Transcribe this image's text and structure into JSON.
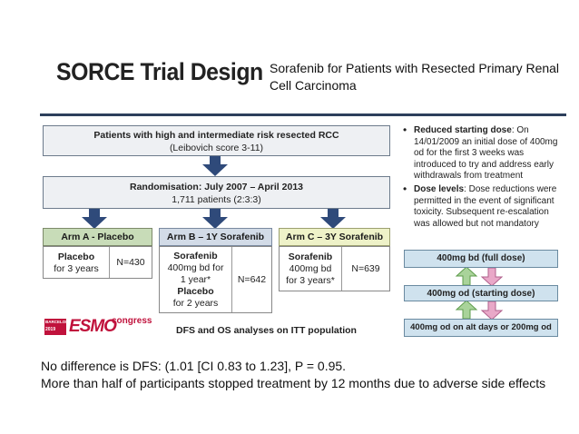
{
  "title": "SORCE Trial Design",
  "subtitle": "Sorafenib for Patients with Resected Primary Renal Cell Carcinoma",
  "population": {
    "line1": "Patients with high and intermediate risk resected RCC",
    "line2": "(Leibovich score 3-11)"
  },
  "randomisation": {
    "line1": "Randomisation: July 2007 – April 2013",
    "line2": "1,711 patients (2:3:3)"
  },
  "arms": [
    {
      "header": "Arm A - Placebo",
      "drug_lines": [
        "Placebo",
        "for 3 years"
      ],
      "n": "N=430"
    },
    {
      "header": "Arm B – 1Y Sorafenib",
      "drug_lines": [
        "Sorafenib",
        "400mg bd for",
        "1 year*",
        "Placebo",
        "for 2 years"
      ],
      "n": "N=642"
    },
    {
      "header": "Arm C – 3Y Sorafenib",
      "drug_lines": [
        "Sorafenib",
        "400mg bd",
        "for 3 years*"
      ],
      "n": "N=639"
    }
  ],
  "bullets": {
    "b1_head": "Reduced starting dose",
    "b1_body": ": On 14/01/2009 an initial dose of 400mg od for the first 3 weeks was introduced to try and address early withdrawals from treatment",
    "b2_head": "Dose levels",
    "b2_body": ": Dose reductions were permitted in the event of significant toxicity. Subsequent re-escalation was allowed but not mandatory"
  },
  "doses": {
    "full": "400mg bd (full dose)",
    "starting": "400mg od (starting dose)",
    "low": "400mg od on alt days or 200mg od"
  },
  "itt_note": "DFS and OS analyses on ITT population",
  "logo": {
    "city": "BARCELONA",
    "year": "2019",
    "brand": "ESMO",
    "suffix": "congress"
  },
  "conclusion": {
    "line1": "No difference is DFS: (1.01 [CI 0.83 to 1.23], P = 0.95.",
    "line2": "More than half of participants stopped treatment by 12 months due to adverse side effects"
  },
  "colors": {
    "arrow_blue": "#2f4a7a",
    "arm_a": "#c8dcb8",
    "arm_b": "#d2dbe7",
    "arm_c": "#eef2c8",
    "arrow_up_green": "#a9d39a",
    "arrow_down_pink": "#e9a8c8",
    "esmo_red": "#c0123c"
  }
}
